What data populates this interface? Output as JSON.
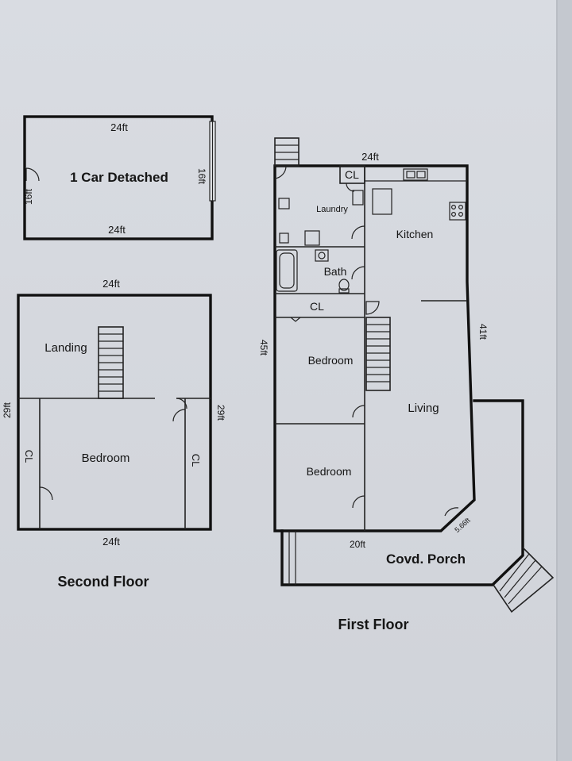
{
  "garage": {
    "title": "1 Car Detached",
    "top": "24ft",
    "bottom": "24ft",
    "left": "16ft",
    "right": "16ft"
  },
  "second_floor": {
    "title": "Second Floor",
    "top": "24ft",
    "bottom": "24ft",
    "left": "29ft",
    "right": "29ft",
    "landing": "Landing",
    "bedroom": "Bedroom",
    "cl_left": "CL",
    "cl_right": "CL"
  },
  "first_floor": {
    "title": "First Floor",
    "top": "24ft",
    "left": "45ft",
    "right": "41ft",
    "cl_top": "CL",
    "laundry": "Laundry",
    "kitchen": "Kitchen",
    "bath": "Bath",
    "cl_hall": "CL",
    "bedroom_upper": "Bedroom",
    "bedroom_lower": "Bedroom",
    "living": "Living",
    "porch": "Covd. Porch",
    "porch_width": "20ft",
    "porch_angle": "5.66ft"
  }
}
